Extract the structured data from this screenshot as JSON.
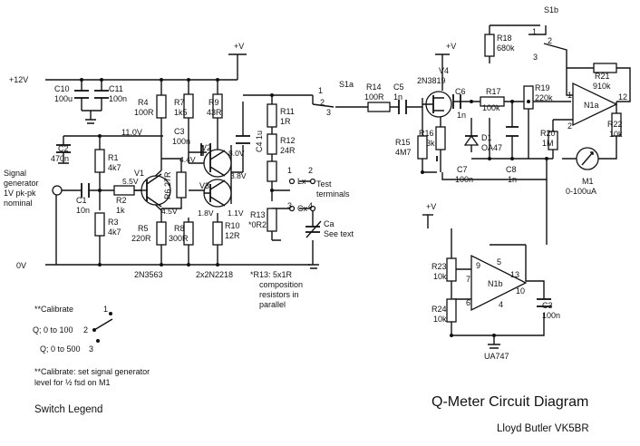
{
  "title": "Q-Meter Circuit Diagram",
  "author": "Lloyd Butler VK5BR",
  "rails": {
    "p12": "+12V",
    "pv": "+V",
    "zero": "0V",
    "v11": "11.0V",
    "v55": "5.5V",
    "v44": "4.4V",
    "v45": "4.5V",
    "v80": "8.0V",
    "v38": "3.8V",
    "v18": "1.8V",
    "v11b": "1.1V"
  },
  "signal": {
    "l1": "Signal",
    "l2": "generator",
    "l3": "1V pk-pk",
    "l4": "nominal"
  },
  "parts": {
    "C10": "C10",
    "C10v": "100u",
    "C11": "C11",
    "C11v": "100n",
    "C2": "C2",
    "C2v": "470n",
    "R1": "R1",
    "R1v": "4k7",
    "R2": "R2",
    "R2v": "1k",
    "C1": "C1",
    "C1v": "10n",
    "R3": "R3",
    "R3v": "4k7",
    "V1": "V1",
    "R4": "R4",
    "R4v": "100R",
    "R5": "R5",
    "R5v": "220R",
    "R7": "R7",
    "R7v": "1k5",
    "R9": "R9",
    "R9v": "43R",
    "C3": "C3",
    "C3v": "100n",
    "R6": "R6 27R",
    "V2": "V2",
    "V3": "V3",
    "R8": "R8",
    "R8v": "300R",
    "R10": "R10",
    "R10v": "12R",
    "C4": "C4 1u",
    "R11": "R11",
    "R11v": "1R",
    "R12": "R12",
    "R12v": "24R",
    "R13": "R13",
    "R13v": "*0R2",
    "Lx": "Lx",
    "Cx": "Cx",
    "Ca": "Ca",
    "Cav": "See text",
    "test1": "Test",
    "test2": "terminals",
    "S1a": "S1a",
    "S1b": "S1b",
    "R14": "R14",
    "R14v": "100R",
    "C5": "C5",
    "C5v": "1n",
    "V4": "V4",
    "V4v": "2N3819",
    "R15": "R15",
    "R15v": "4M7",
    "R16": "R16",
    "R16v": "3k",
    "C6": "C6",
    "C6v": "1n",
    "R17": "R17",
    "R17v": "100k",
    "D1": "D1",
    "D1v": "OA47",
    "C7": "C7",
    "C7v": "100n",
    "C8": "C8",
    "C8v": "1n",
    "R18": "R18",
    "R18v": "680k",
    "R19": "R19",
    "R19v": "220k",
    "R20": "R20",
    "R20v": "1M",
    "R21": "R21",
    "R21v": "910k",
    "N1a": "N1a",
    "R22": "R22",
    "R22v": "10k",
    "M1": "M1",
    "M1v": "0-100uA",
    "R23": "R23",
    "R23v": "10k",
    "R24": "R24",
    "R24v": "10k",
    "N1b": "N1b",
    "C3b": "C3",
    "C3bv": "100n",
    "UA747": "UA747",
    "q2n3563": "2N3563",
    "q2n2218": "2x2N2218"
  },
  "pins": {
    "p1": "1",
    "p2": "2",
    "p3": "3",
    "p4": "4",
    "p5": "5",
    "p6": "6",
    "p7": "7",
    "p9": "9",
    "p10": "10",
    "p12": "12",
    "p13": "13"
  },
  "note_r13": [
    "*R13: 5x1R",
    "composition",
    "resistors in",
    "parallel"
  ],
  "legend": {
    "cal": "**Calibrate",
    "q100": "Q; 0 to 100",
    "q500": "Q; 0 to 500",
    "n1": "1",
    "n2": "2",
    "n3": "3",
    "note1": "**Calibrate: set signal generator",
    "note2": "level for ½ fsd on M1",
    "heading": "Switch Legend"
  }
}
